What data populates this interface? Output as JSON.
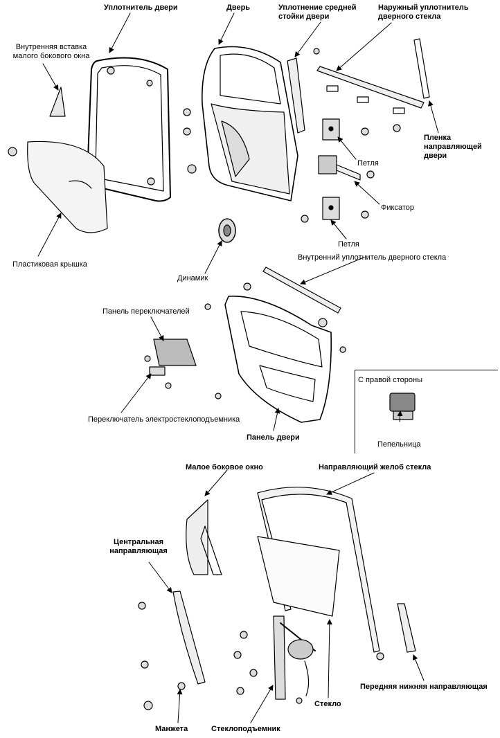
{
  "labels": {
    "door_seal": "Уплотнитель двери",
    "door": "Дверь",
    "center_pillar_seal": "Уплотнение средней\nстойки двери",
    "outer_glass_seal": "Наружный уплотнитель\nдверного стекла",
    "small_window_insert": "Внутренняя вставка\nмалого бокового окна",
    "guide_film": "Пленка\nнаправляющей\nдвери",
    "hinge_upper": "Петля",
    "stopper": "Фиксатор",
    "hinge_lower": "Петля",
    "plastic_cover": "Пластиковая крышка",
    "speaker": "Динамик",
    "inner_glass_seal": "Внутренний уплотнитель дверного стекла",
    "switch_panel": "Панель переключателей",
    "window_switch": "Переключатель электростеклоподъемника",
    "door_panel": "Панель двери",
    "right_side": "С правой стороны",
    "ashtray": "Пепельница",
    "small_window": "Малое боковое окно",
    "glass_channel": "Направляющий желоб стекла",
    "center_guide": "Центральная\nнаправляющая",
    "front_lower_guide": "Передняя нижняя направляющая",
    "glass": "Стекло",
    "cuff": "Манжета",
    "regulator": "Стеклоподъемник"
  }
}
